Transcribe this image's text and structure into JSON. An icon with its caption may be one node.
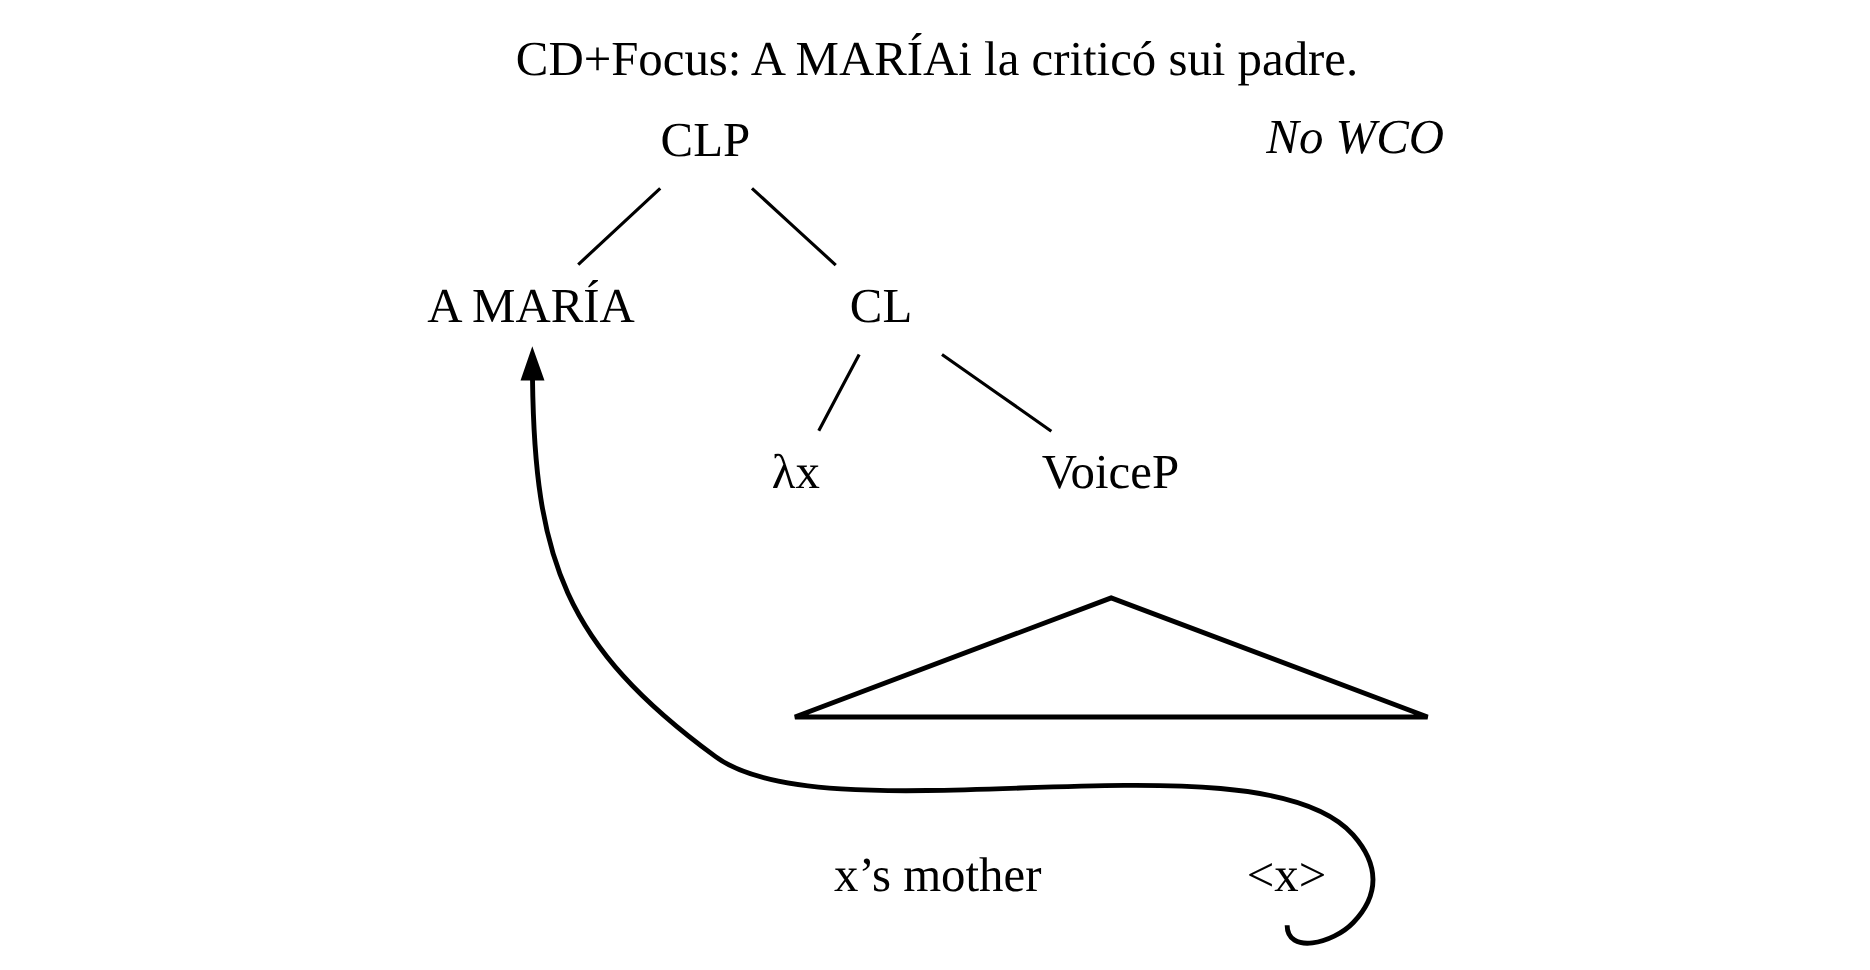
{
  "diagram": {
    "title": "CD+Focus: A MARÍAi la criticó sui padre.",
    "nodes": [
      {
        "text": [
          "CLP"
        ]
      },
      {
        "text": [
          "A MARÍA"
        ]
      },
      {
        "text": [
          "CL"
        ]
      },
      {
        "text": [
          "λx"
        ]
      },
      {
        "text": [
          "VoiceP"
        ]
      },
      {
        "text": [],
        "shape": "triangle"
      },
      {
        "text": [
          "x’s mother"
        ]
      },
      {
        "text": [
          "<x>"
        ]
      }
    ],
    "edges": [
      {
        "from": 0,
        "to": 1,
        "arrow": "none"
      },
      {
        "from": 0,
        "to": 2,
        "arrow": "none"
      },
      {
        "from": 2,
        "to": 3,
        "arrow": "none"
      },
      {
        "from": 2,
        "to": 4,
        "arrow": "none"
      },
      {
        "from": 7,
        "to": 1,
        "arrow": "to"
      }
    ],
    "labels": [
      "No WCO"
    ]
  }
}
